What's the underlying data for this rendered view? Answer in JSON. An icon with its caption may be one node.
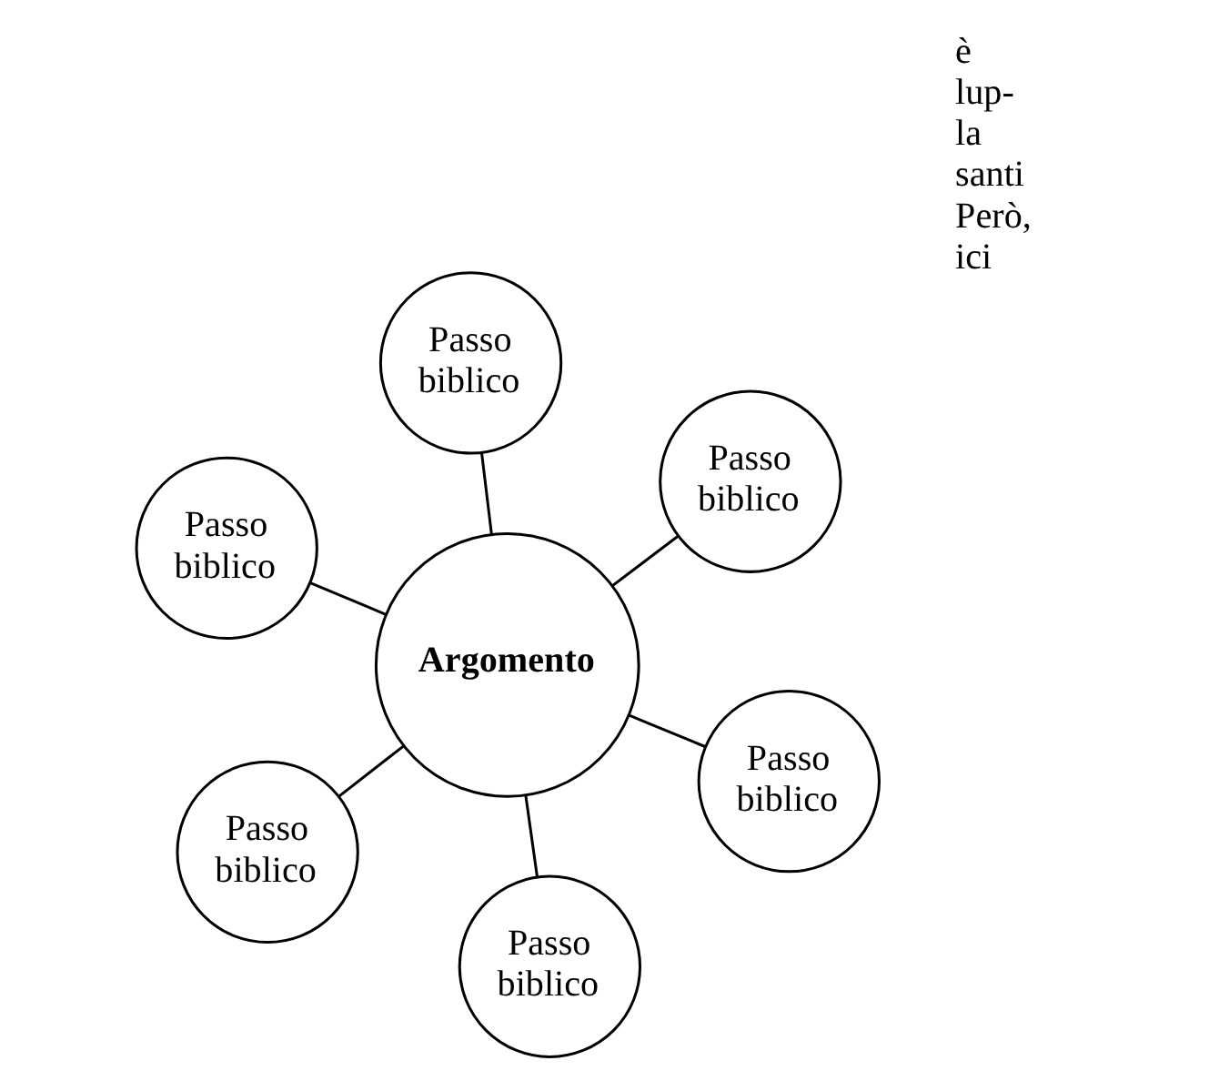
{
  "diagram": {
    "nodes": [
      {
        "text": [
          "Passo biblico"
        ]
      },
      {
        "text": [
          "Passo biblico"
        ]
      },
      {
        "text": [
          "Passo biblico"
        ]
      },
      {
        "text": [
          "Argomento"
        ]
      },
      {
        "text": [
          "Passo biblico"
        ]
      },
      {
        "text": [
          "Passo biblico"
        ]
      },
      {
        "text": [
          "Passo biblico"
        ]
      }
    ],
    "edges": [
      {
        "from": 3,
        "to": 0,
        "arrow": "none"
      },
      {
        "from": 3,
        "to": 1,
        "arrow": "none"
      },
      {
        "from": 3,
        "to": 2,
        "arrow": "none"
      },
      {
        "from": 3,
        "to": 4,
        "arrow": "none"
      },
      {
        "from": 3,
        "to": 5,
        "arrow": "none"
      },
      {
        "from": 3,
        "to": 6,
        "arrow": "none"
      }
    ],
    "labels": [
      "è",
      "lup-",
      "la",
      "santi",
      "Però,",
      "ici"
    ]
  }
}
